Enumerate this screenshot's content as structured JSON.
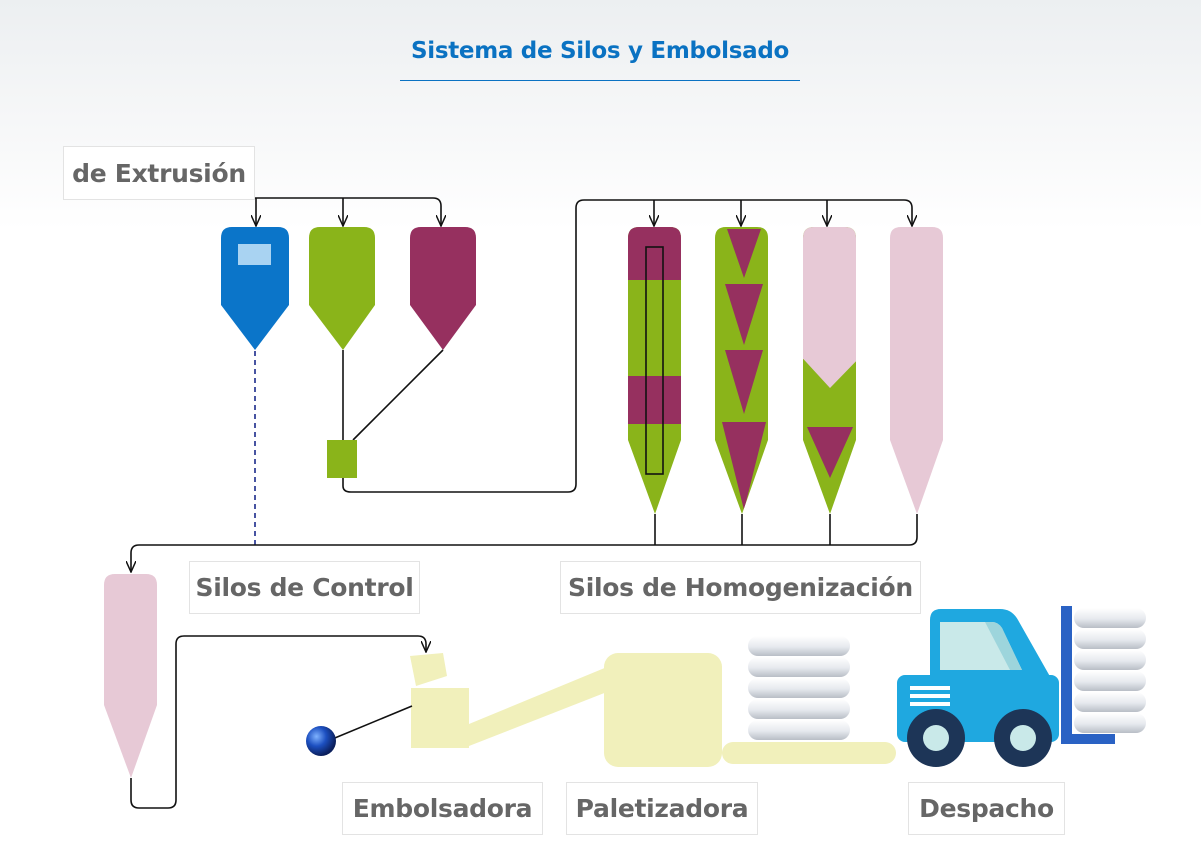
{
  "title": "Sistema de Silos y Embolsado",
  "labels": {
    "extrusion": "de Extrusión",
    "control": "Silos de Control",
    "homogenizacion": "Silos de Homogenización",
    "embolsadora": "Embolsadora",
    "paletizadora": "Paletizadora",
    "despacho": "Despacho"
  },
  "colors": {
    "title": "#0a72c2",
    "blue_silo": "#0b75c9",
    "green": "#8ab41a",
    "magenta": "#96305f",
    "pink": "#e7c9d6",
    "machine": "#f1f0bb",
    "truck": "#1fa8e0",
    "truck_dark": "#1d3557",
    "pallet_post": "#2a62c4"
  }
}
